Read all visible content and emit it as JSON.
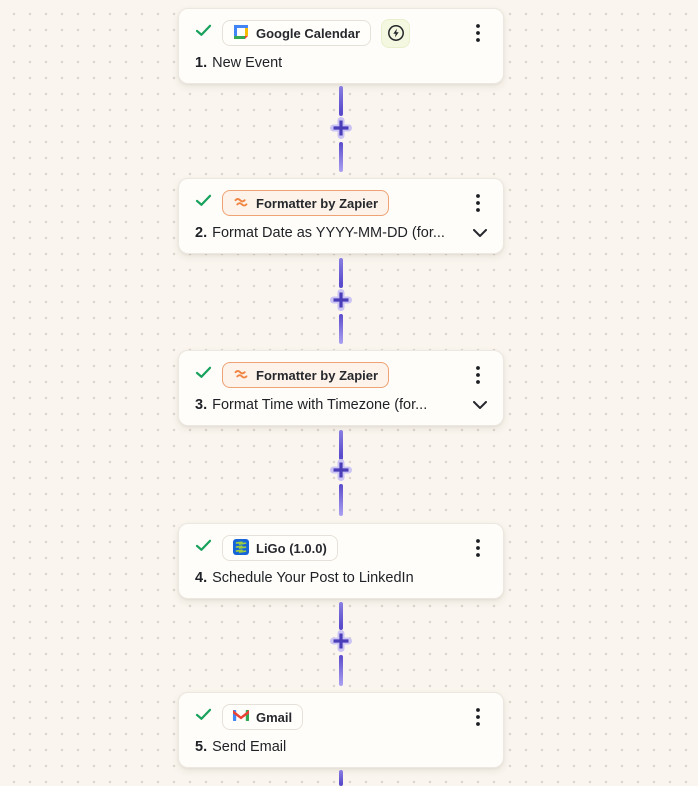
{
  "app_context": "workflow-editor-canvas",
  "colors": {
    "canvas_bg": "#faf6ef",
    "dot_grid": "#ddd5cc",
    "card_bg": "#fffdf9",
    "connector_purple": "#5b4ccb",
    "add_step_plus": "#4a3db8",
    "success_green": "#17a15c",
    "formatter_border_orange": "#efa273",
    "title_text": "#1e2126"
  },
  "icons": {
    "status": "checkmark",
    "menu": "kebab-vertical",
    "expand": "chevron-down",
    "add_step": "+",
    "trigger": "lightning-in-circle"
  },
  "steps": [
    {
      "number": "1.",
      "app": "Google Calendar",
      "title": "New Event",
      "status": "success",
      "is_trigger": true
    },
    {
      "number": "2.",
      "app": "Formatter by Zapier",
      "title": "Format Date as YYYY-MM-DD (for...",
      "status": "success",
      "expandable": true
    },
    {
      "number": "3.",
      "app": "Formatter by Zapier",
      "title": "Format Time with Timezone (for...",
      "status": "success",
      "expandable": true
    },
    {
      "number": "4.",
      "app": "LiGo (1.0.0)",
      "title": "Schedule Your Post to LinkedIn",
      "status": "success"
    },
    {
      "number": "5.",
      "app": "Gmail",
      "title": "Send Email",
      "status": "success"
    }
  ],
  "add_step_label": "+"
}
